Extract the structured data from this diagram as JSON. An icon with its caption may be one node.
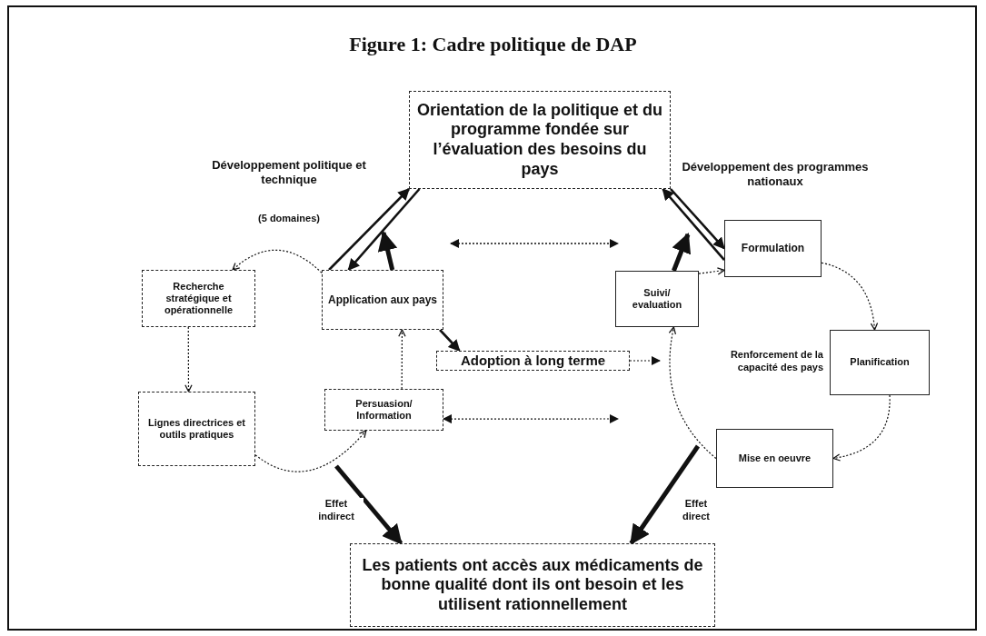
{
  "diagram": {
    "title": "Figure 1:  Cadre politique de DAP",
    "nodes": [
      {
        "text": [
          "Orientation de la politique et du programme fondée sur l’évaluation des besoins du pays"
        ]
      },
      {
        "text": [
          "Recherche stratégique et opérationnelle"
        ]
      },
      {
        "text": [
          "Application aux pays"
        ]
      },
      {
        "text": [
          "Lignes directrices et outils pratiques"
        ]
      },
      {
        "text": [
          "Persuasion/ Information"
        ]
      },
      {
        "text": [
          "Adoption à long terme"
        ]
      },
      {
        "text": [
          "Suivi/ evaluation"
        ]
      },
      {
        "text": [
          "Formulation"
        ]
      },
      {
        "text": [
          "Planification"
        ]
      },
      {
        "text": [
          "Mise en oeuvre"
        ]
      },
      {
        "text": [
          "Les patients ont accès aux médicaments de bonne qualité dont ils ont besoin et les utilisent rationnellement"
        ]
      }
    ],
    "edges": [
      {
        "from": 2,
        "to": 0,
        "arrow": "to"
      },
      {
        "from": 0,
        "to": 2,
        "arrow": "to"
      },
      {
        "from": 2,
        "to": null,
        "arrow": "to",
        "style": "thick"
      },
      {
        "from": 2,
        "to": 5,
        "arrow": "to"
      },
      {
        "from": 5,
        "to": null,
        "arrow": "to",
        "style": "dashed"
      },
      {
        "from": 4,
        "to": null,
        "arrow": "both",
        "style": "dashed"
      },
      {
        "from": 2,
        "to": 1,
        "arrow": "to",
        "style": "dashed"
      },
      {
        "from": 1,
        "to": 3,
        "arrow": "to",
        "style": "dashed"
      },
      {
        "from": 3,
        "to": 4,
        "arrow": "to",
        "style": "dashed"
      },
      {
        "from": 4,
        "to": 2,
        "arrow": "to",
        "style": "dashed"
      },
      {
        "from": 0,
        "to": 7,
        "arrow": "to"
      },
      {
        "from": 7,
        "to": 0,
        "arrow": "to"
      },
      {
        "from": 6,
        "to": null,
        "arrow": "to",
        "style": "thick"
      },
      {
        "from": 6,
        "to": 7,
        "arrow": "to",
        "style": "dashed"
      },
      {
        "from": 7,
        "to": 8,
        "arrow": "to",
        "style": "dashed"
      },
      {
        "from": 8,
        "to": 9,
        "arrow": "to",
        "style": "dashed"
      },
      {
        "from": 9,
        "to": 6,
        "arrow": "to",
        "style": "dashed"
      },
      {
        "from": null,
        "to": 10,
        "arrow": "to",
        "style": "thick",
        "label": "Effet indirect"
      },
      {
        "from": null,
        "to": 10,
        "arrow": "to",
        "style": "thick",
        "label": "Effet direct"
      }
    ],
    "labels": [
      "Développement politique et technique",
      "(5 domaines)",
      "Développement des programmes nationaux",
      "Renforcement de la capacité des pays"
    ]
  }
}
